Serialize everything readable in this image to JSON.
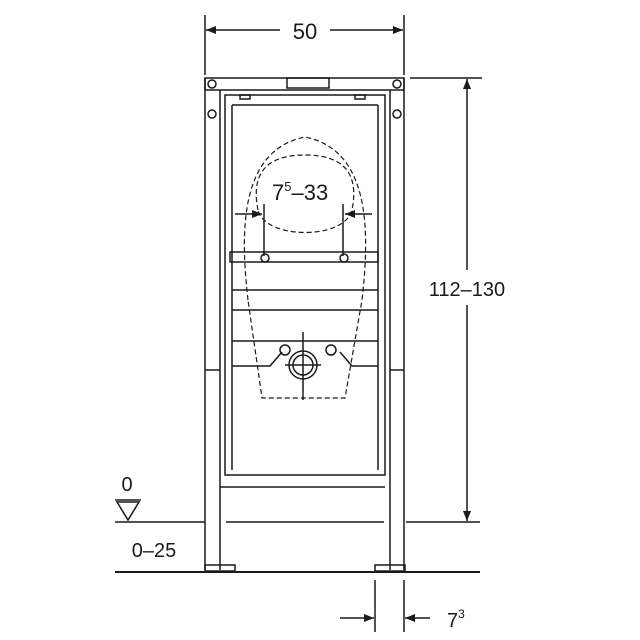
{
  "dimensions": {
    "width_label": "50",
    "height_label": "112–130",
    "bowl_range_base": "7",
    "bowl_range_sup": "5",
    "bowl_range_rest": "–33",
    "floor_zero_label": "0",
    "floor_range_label": "0–25",
    "foot_offset_base": "7",
    "foot_offset_sup": "3"
  },
  "colors": {
    "line": "#1a1a1a",
    "background": "#ffffff"
  }
}
